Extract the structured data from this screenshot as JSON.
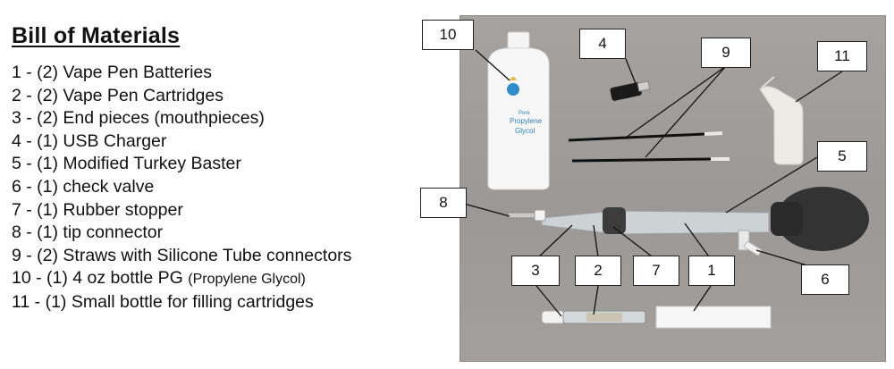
{
  "bom": {
    "title": "Bill of Materials",
    "items": [
      {
        "text": "1 - (2) Vape Pen Batteries"
      },
      {
        "text": "2 - (2) Vape Pen Cartridges"
      },
      {
        "text": "3 - (2) End pieces (mouthpieces)"
      },
      {
        "text": "4 - (1) USB Charger"
      },
      {
        "text": "5 - (1) Modified Turkey Baster"
      },
      {
        "text": "6 - (1) check valve"
      },
      {
        "text": "7 - (1) Rubber stopper"
      },
      {
        "text": "8 - (1) tip connector"
      },
      {
        "text": "9 - (2) Straws with Silicone Tube connectors"
      },
      {
        "text": "10 - (1) 4 oz bottle PG ",
        "note": "(Propylene Glycol)"
      },
      {
        "text": "11 - (1) Small bottle for filling cartridges"
      }
    ]
  },
  "photo": {
    "callouts": [
      "10",
      "4",
      "9",
      "11",
      "5",
      "8",
      "3",
      "2",
      "7",
      "1",
      "6"
    ],
    "bottle_label": {
      "line1": "Pure",
      "line2": "Propylene",
      "line3": "Glycol"
    }
  }
}
